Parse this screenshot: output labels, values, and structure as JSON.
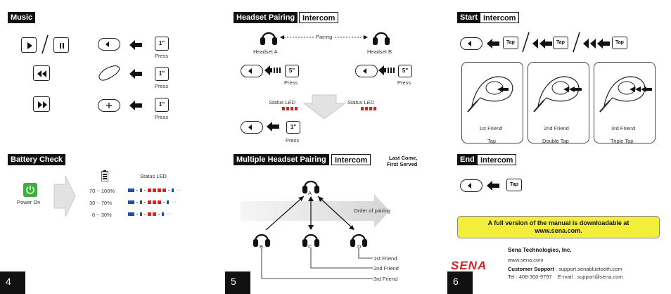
{
  "pages": {
    "p4": {
      "number": "4"
    },
    "p5": {
      "number": "5"
    },
    "p6": {
      "number": "6"
    }
  },
  "music": {
    "title": "Music",
    "rows": [
      {
        "key": "1\"",
        "action": "Press"
      },
      {
        "key": "1\"",
        "action": "Press"
      },
      {
        "key": "1\"",
        "action": "Press"
      }
    ]
  },
  "battery": {
    "title": "Battery Check",
    "power_label": "Power On",
    "status_led_label": "Status LED",
    "levels": [
      "70 ~ 100%",
      "30 ~ 70%",
      "0 ~ 30%"
    ]
  },
  "headset_pairing": {
    "title": "Headset Pairing",
    "subtitle": "Intercom",
    "pairing_label": "Pairing",
    "headset_a": "Headset A",
    "headset_b": "Headset B",
    "hold_key": "5\"",
    "press_label": "Press",
    "status_led": "Status LED",
    "confirm_key": "1\""
  },
  "multiple_pairing": {
    "title": "Multiple Headset Pairing",
    "subtitle": "Intercom",
    "note_line1": "Last Come,",
    "note_line2": "First Served",
    "order_label": "Order of pairing",
    "node_a": "A",
    "node_b": "B",
    "node_c": "C",
    "node_d": "D",
    "friends": [
      "1st Friend",
      "2nd Friend",
      "3rd Friend"
    ]
  },
  "start_intercom": {
    "title": "Start",
    "subtitle": "Intercom",
    "tap_label": "Tap",
    "friends": [
      "1st Friend",
      "2nd Friend",
      "3rd Friend"
    ],
    "actions": [
      "Tap",
      "Double Tap",
      "Triple Tap"
    ]
  },
  "end_intercom": {
    "title": "End",
    "subtitle": "Intercom",
    "tap_label": "Tap"
  },
  "notice": {
    "line1": "A full version of the manual is downloadable at",
    "line2": "www.sena.com."
  },
  "company": {
    "logo": "SENA",
    "name": "Sena Technologies, Inc.",
    "website": "www.sena.com",
    "support_label": "Customer Support",
    "support_value": " : support.senabluetooth.com",
    "tel": "Tel : 408-300-9797    E-mail : support@sena.com"
  },
  "colors": {
    "led_blue": "#1d4fa8",
    "led_red": "#d42525",
    "power_green": "#3fae3a",
    "notice_yellow": "#f2ee3a"
  }
}
